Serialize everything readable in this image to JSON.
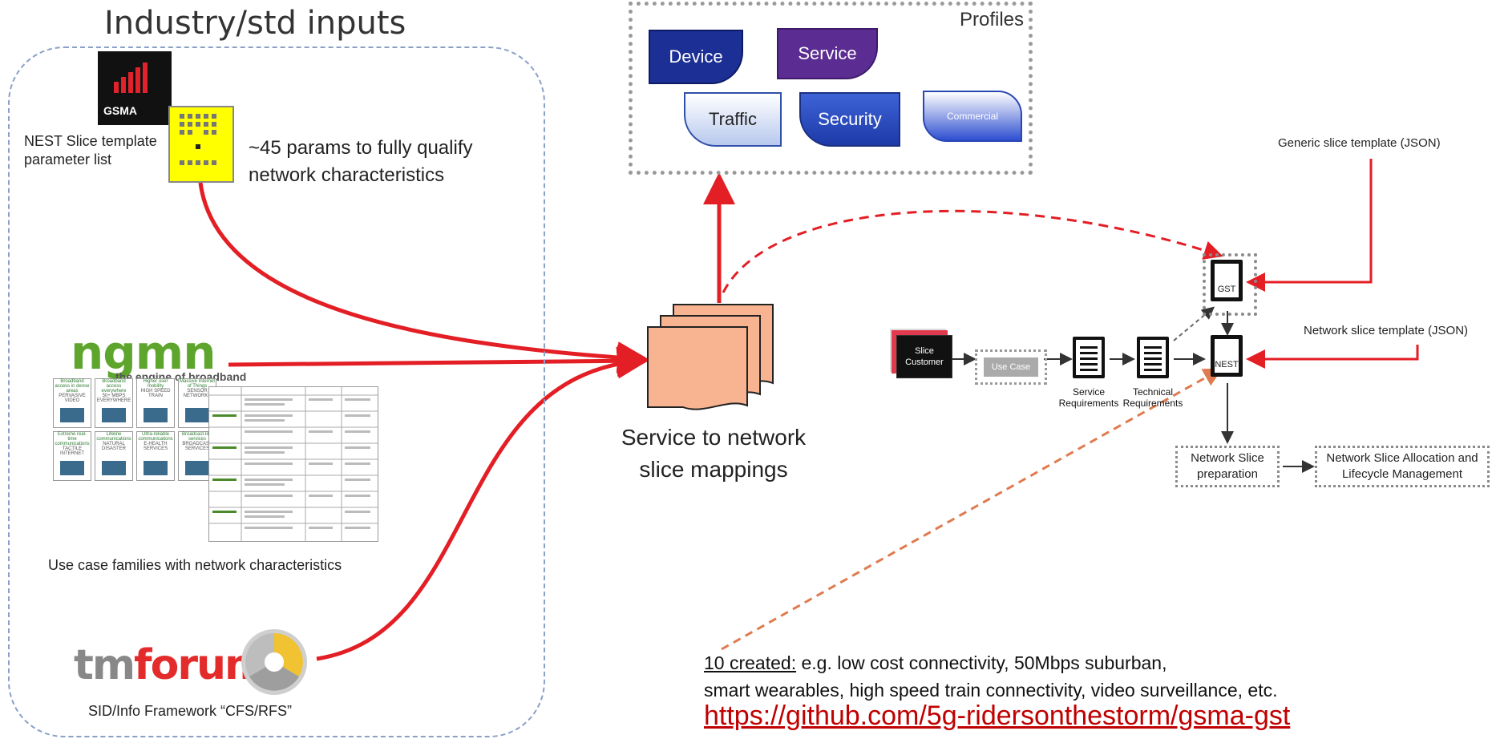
{
  "title": "Industry/std inputs",
  "gsma": {
    "logo_text": "GSMA",
    "label_line1": "NEST Slice template",
    "label_line2": "parameter list",
    "desc_line1": "~45 params to fully qualify",
    "desc_line2": "network characteristics"
  },
  "ngmn": {
    "logo_text": "ngmn",
    "tagline": "the engine of broadband",
    "tiles": [
      {
        "title": "Broadband access in dense areas",
        "sub": "PERVASIVE VIDEO"
      },
      {
        "title": "Broadband access everywhere",
        "sub": "50+ MBPS EVERYWHERE"
      },
      {
        "title": "Higher user mobility",
        "sub": "HIGH SPEED TRAIN"
      },
      {
        "title": "Massive Internet of Things",
        "sub": "SENSOR NETWORKS"
      },
      {
        "title": "Extreme real-time communications",
        "sub": "TACTILE INTERNET"
      },
      {
        "title": "Lifeline communications",
        "sub": "NATURAL DISASTER"
      },
      {
        "title": "Ultra-reliable communications",
        "sub": "E-HEALTH SERVICES"
      },
      {
        "title": "Broadcast-like services",
        "sub": "BROADCAST SERVICES"
      }
    ],
    "caption": "Use case families with network characteristics"
  },
  "tmforum": {
    "tm": "tm",
    "forum": "forum",
    "caption": "SID/Info Framework “CFS/RFS”"
  },
  "profiles": {
    "title": "Profiles",
    "items": [
      {
        "label": "Device",
        "style": "dark"
      },
      {
        "label": "Service",
        "style": "purple"
      },
      {
        "label": "Traffic",
        "style": "light"
      },
      {
        "label": "Security",
        "style": "mid"
      },
      {
        "label": "Commercial",
        "style": "lgrad"
      }
    ]
  },
  "mapping": {
    "line1": "Service to network",
    "line2": "slice mappings"
  },
  "flow": {
    "slice_customer_line1": "Slice",
    "slice_customer_line2": "Customer",
    "use_case": "Use Case",
    "service_req_line1": "Service",
    "service_req_line2": "Requirements",
    "tech_req_line1": "Technical",
    "tech_req_line2": "Requirements",
    "gst": "GST",
    "nest": "NEST",
    "generic_template": "Generic slice template (JSON)",
    "network_template": "Network slice template (JSON)",
    "prep_line1": "Network Slice",
    "prep_line2": "preparation",
    "alloc_line1": "Network Slice Allocation and",
    "alloc_line2": "Lifecycle Management"
  },
  "bottom": {
    "created_label": "10 created:",
    "line1_rest": " e.g. low cost connectivity, 50Mbps suburban,",
    "line2": "smart wearables, high speed train connectivity, video surveillance, etc.",
    "link": "https://github.com/5g-ridersonthestorm/gsma-gst"
  },
  "colors": {
    "arrow_red": "#e31e24",
    "dashed_orange": "#e07a4f",
    "mapping_fill": "#f8b491"
  }
}
